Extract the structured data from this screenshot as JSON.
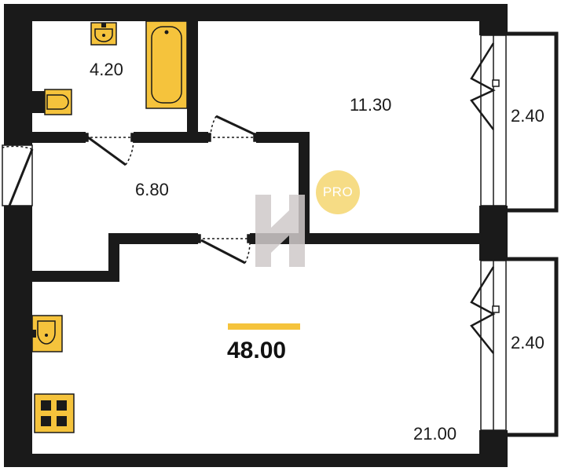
{
  "plan": {
    "total_area": "48.00",
    "badge": "PRO",
    "rooms": {
      "bathroom": "4.20",
      "bedroom": "11.30",
      "hallway": "6.80",
      "living_kitchen": "21.00",
      "balcony_top": "2.40",
      "balcony_bottom": "2.40"
    }
  },
  "colors": {
    "wall": "#1a1a1a",
    "fixture": "#f5c33c",
    "accent_bar": "#f5c33c",
    "badge": "#f6dc85",
    "watermark": "#cfc9c9"
  },
  "icons": [
    "sink-icon",
    "bathtub-icon",
    "toilet-icon",
    "stove-icon",
    "door-icon",
    "window-icon",
    "watermark-logo"
  ]
}
